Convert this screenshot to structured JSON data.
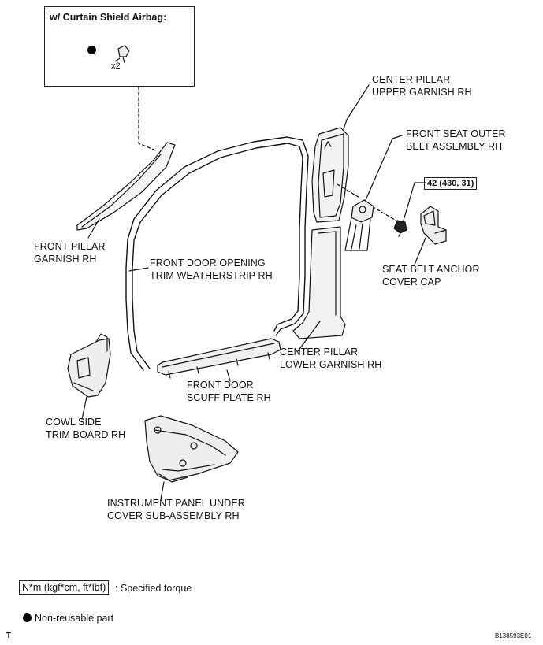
{
  "inset": {
    "title": "w/ Curtain Shield Airbag:",
    "clip_count": "x2",
    "clip_icon": "clip-icon",
    "nonreusable_icon": "filled-circle-icon"
  },
  "labels": {
    "front_pillar_garnish": [
      "FRONT PILLAR",
      "GARNISH RH"
    ],
    "center_pillar_upper": [
      "CENTER PILLAR",
      "UPPER GARNISH RH"
    ],
    "front_seat_belt": [
      "FRONT SEAT OUTER",
      "BELT ASSEMBLY RH"
    ],
    "torque_value": "42 (430, 31)",
    "seat_belt_cap": [
      "SEAT BELT ANCHOR",
      "COVER CAP"
    ],
    "weatherstrip": [
      "FRONT DOOR OPENING",
      "TRIM WEATHERSTRIP RH"
    ],
    "center_pillar_lower": [
      "CENTER PILLAR",
      "LOWER GARNISH RH"
    ],
    "scuff_plate": [
      "FRONT DOOR",
      "SCUFF PLATE RH"
    ],
    "cowl_side": [
      "COWL SIDE",
      "TRIM BOARD RH"
    ],
    "instrument_panel": [
      "INSTRUMENT PANEL UNDER",
      "COVER SUB-ASSEMBLY RH"
    ]
  },
  "legend": {
    "torque_unit": "N*m (kgf*cm, ft*lbf)",
    "torque_desc": ": Specified torque",
    "nonreusable_desc": "Non-reusable part",
    "nonreusable_icon": "filled-circle-icon"
  },
  "footer": {
    "left_mark": "T",
    "figure_id": "B138593E01"
  }
}
